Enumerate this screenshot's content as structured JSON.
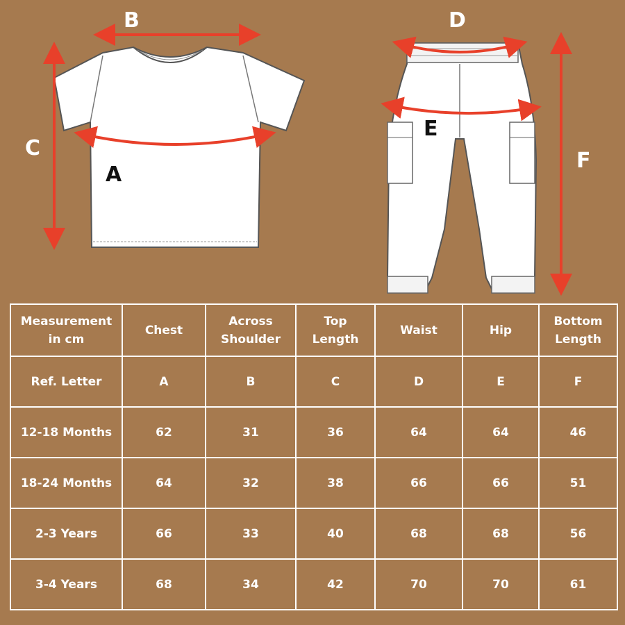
{
  "diagram": {
    "labels": {
      "A": "A",
      "B": "B",
      "C": "C",
      "D": "D",
      "E": "E",
      "F": "F"
    },
    "colors": {
      "background": "#a67a4f",
      "arrow": "#e8402a",
      "garment": "#ffffff",
      "outline": "#555555"
    }
  },
  "table": {
    "headers": [
      "Measurement\nin cm",
      "Chest",
      "Across\nShoulder",
      "Top\nLength",
      "Waist",
      "Hip",
      "Bottom\nLength"
    ],
    "rows": [
      {
        "label": "Ref. Letter",
        "values": [
          "A",
          "B",
          "C",
          "D",
          "E",
          "F"
        ]
      },
      {
        "label": "12-18 Months",
        "values": [
          "62",
          "31",
          "36",
          "64",
          "64",
          "46"
        ]
      },
      {
        "label": "18-24 Months",
        "values": [
          "64",
          "32",
          "38",
          "66",
          "66",
          "51"
        ]
      },
      {
        "label": "2-3 Years",
        "values": [
          "66",
          "33",
          "40",
          "68",
          "68",
          "56"
        ]
      },
      {
        "label": "3-4 Years",
        "values": [
          "68",
          "34",
          "42",
          "70",
          "70",
          "61"
        ]
      }
    ]
  }
}
